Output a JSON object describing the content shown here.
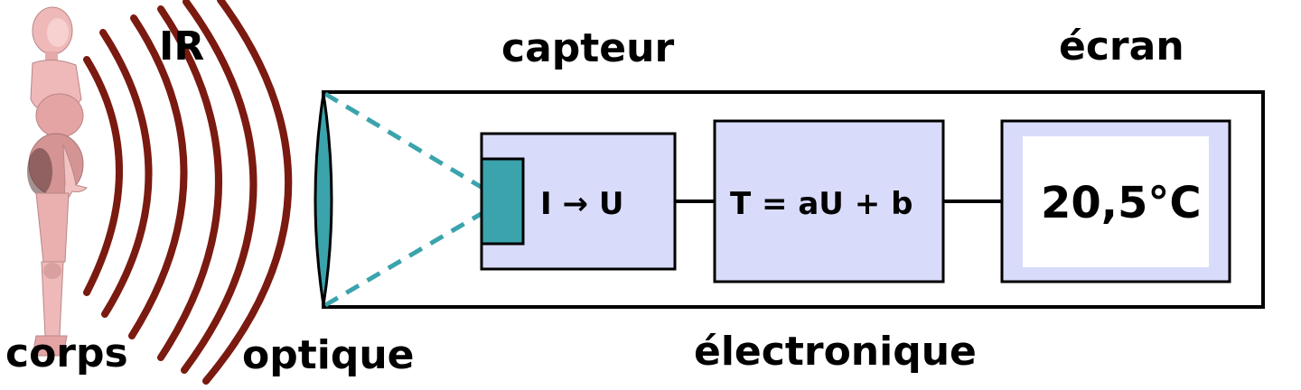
{
  "labels": {
    "ir": "IR",
    "capteur": "capteur",
    "ecran": "écran",
    "corps": "corps",
    "optique": "optique",
    "electronique": "électronique"
  },
  "blocks": {
    "sensor_formula": "I → U",
    "conversion_formula": "T = aU + b",
    "display_value": "20,5°C"
  },
  "colors": {
    "ir_waves": "#7a1a10",
    "block_fill": "#d8dcfa",
    "lens_and_detector": "#3ba3ac",
    "figure": "#efb9b9",
    "frame": "#000000"
  }
}
